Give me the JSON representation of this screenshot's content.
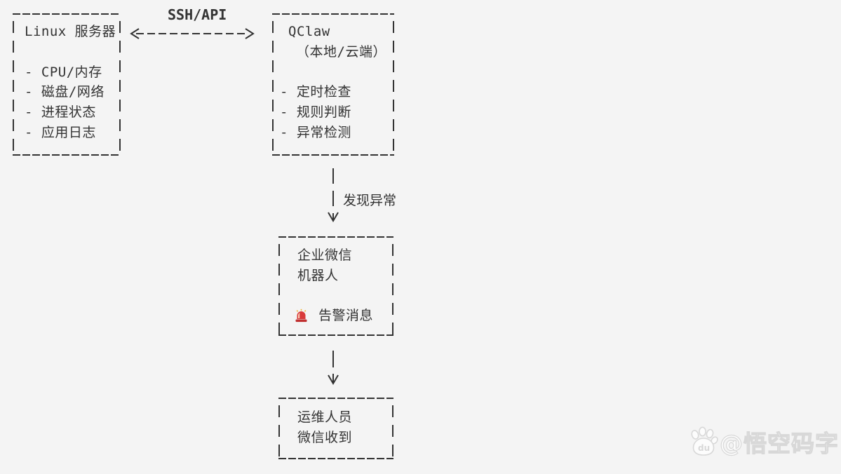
{
  "colors": {
    "background": "#f4f4f4",
    "ink": "#333333",
    "alarm_red": "#d93a3a",
    "alarm_base_red": "#c03030",
    "watermark_gray": "#d7d7d7"
  },
  "ssh_link": {
    "label": "SSH/API"
  },
  "linux_box": {
    "title": "Linux 服务器",
    "items": [
      "- CPU/内存",
      "- 磁盘/网络",
      "- 进程状态",
      "- 应用日志"
    ]
  },
  "qclaw_box": {
    "title": "QClaw",
    "subtitle": "（本地/云端）",
    "items": [
      "- 定时检查",
      "- 规则判断",
      "- 异常检测"
    ]
  },
  "anomaly_connector": {
    "label": "发现异常"
  },
  "wecom_box": {
    "line1": "企业微信",
    "line2": "机器人",
    "alert_icon": "rotating-light-icon",
    "alert_label": "告警消息"
  },
  "ops_box": {
    "line1": "运维人员",
    "line2": "微信收到"
  },
  "watermark": {
    "icon": "baidu-paw-icon",
    "text": "@悟空码字"
  }
}
